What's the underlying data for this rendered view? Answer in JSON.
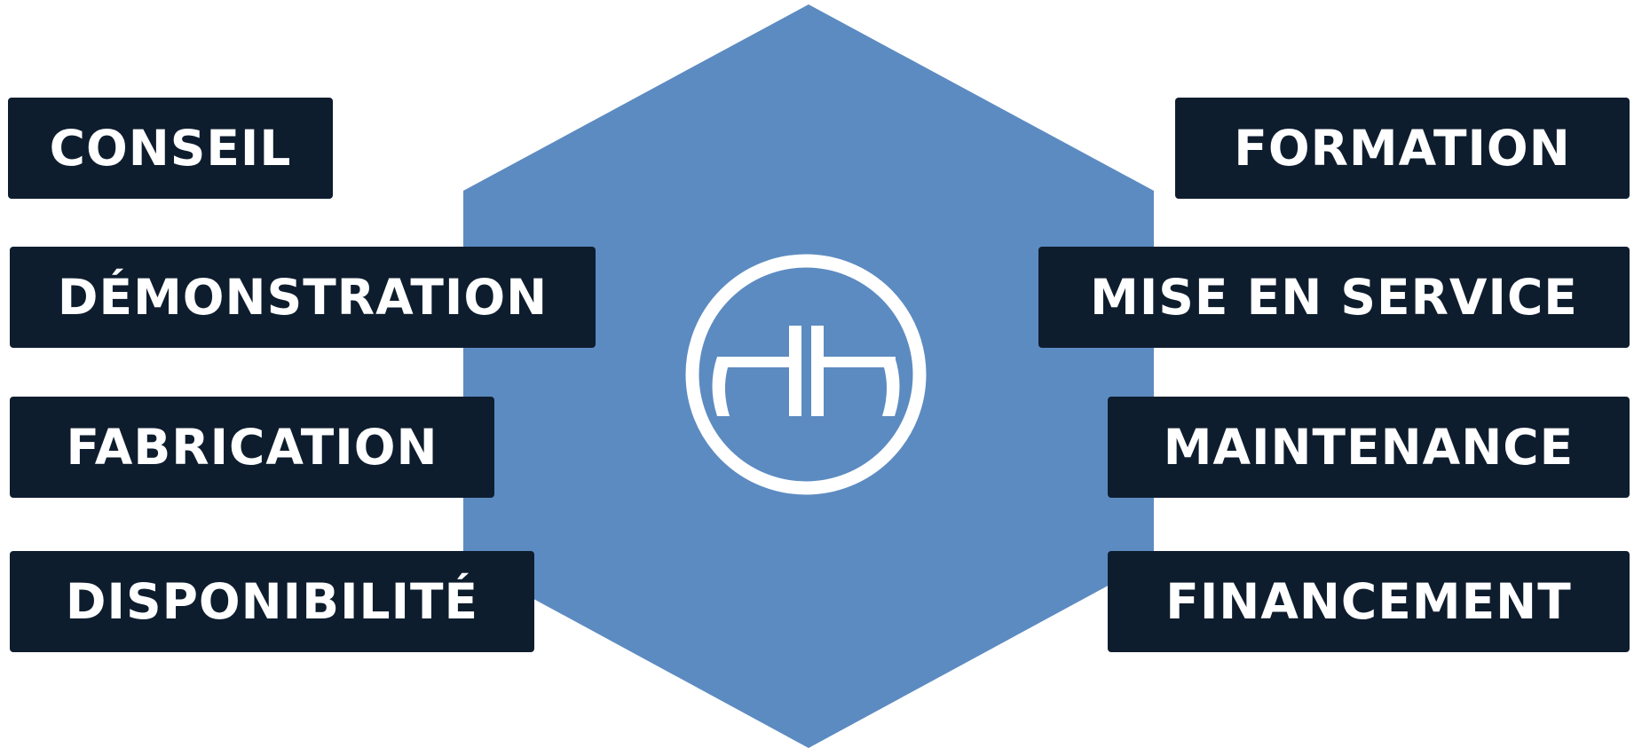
{
  "colors": {
    "hexagon": "#5c8bc1",
    "label_bg": "#0e1d2e",
    "label_text": "#ffffff",
    "logo": "#ffffff"
  },
  "logo_icon": "circle-h-monogram",
  "services_left": [
    {
      "label": "CONSEIL"
    },
    {
      "label": "DÉMONSTRATION"
    },
    {
      "label": "FABRICATION"
    },
    {
      "label": "DISPONIBILITÉ"
    }
  ],
  "services_right": [
    {
      "label": "FORMATION"
    },
    {
      "label": "MISE EN SERVICE"
    },
    {
      "label": "MAINTENANCE"
    },
    {
      "label": "FINANCEMENT"
    }
  ]
}
